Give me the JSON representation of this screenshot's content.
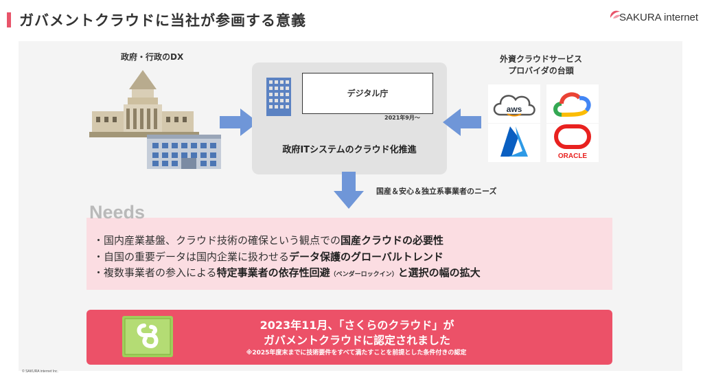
{
  "header": {
    "title": "ガバメントクラウドに当社が参画する意義",
    "logo_text": "SAKURA internet"
  },
  "diagram": {
    "dx_label": "政府・行政のDX",
    "digital_agency": "デジタル庁",
    "since": "2021年9月〜",
    "center_caption": "政府ITシステムのクラウド化推進",
    "foreign_label_line1": "外資クラウドサービス",
    "foreign_label_line2": "プロバイダの台頭",
    "vendor_aws": "aws",
    "vendor_oracle": "ORACLE",
    "needs_caption": "国産＆安心＆独立系事業者のニーズ"
  },
  "needs": {
    "title": "Needs",
    "item1_plain": "・国内産業基盤、クラウド技術の確保という観点での",
    "item1_bold": "国産クラウドの必要性",
    "item2_plain": "・自国の重要データは国内企業に扱わせる",
    "item2_bold": "データ保護のグローバルトレンド",
    "item3_plain": "・複数事業者の参入による",
    "item3_bold": "特定事業者の依存性回避",
    "item3_small": "（ベンダーロックイン）",
    "item3_bold2": "と選択の幅の拡大"
  },
  "banner": {
    "line1": "2023年11月、「さくらのクラウド」が",
    "line2": "ガバメントクラウドに認定されました",
    "note": "※2025年度末までに技術要件をすべて満たすことを前提とした条件付きの認定"
  },
  "footer": {
    "copyright": "© SAKURA internet Inc."
  },
  "colors": {
    "accent": "#e8546a",
    "arrow": "#6f96d8",
    "needs_bg": "#fbdde2",
    "banner_bg": "#ec5168"
  }
}
